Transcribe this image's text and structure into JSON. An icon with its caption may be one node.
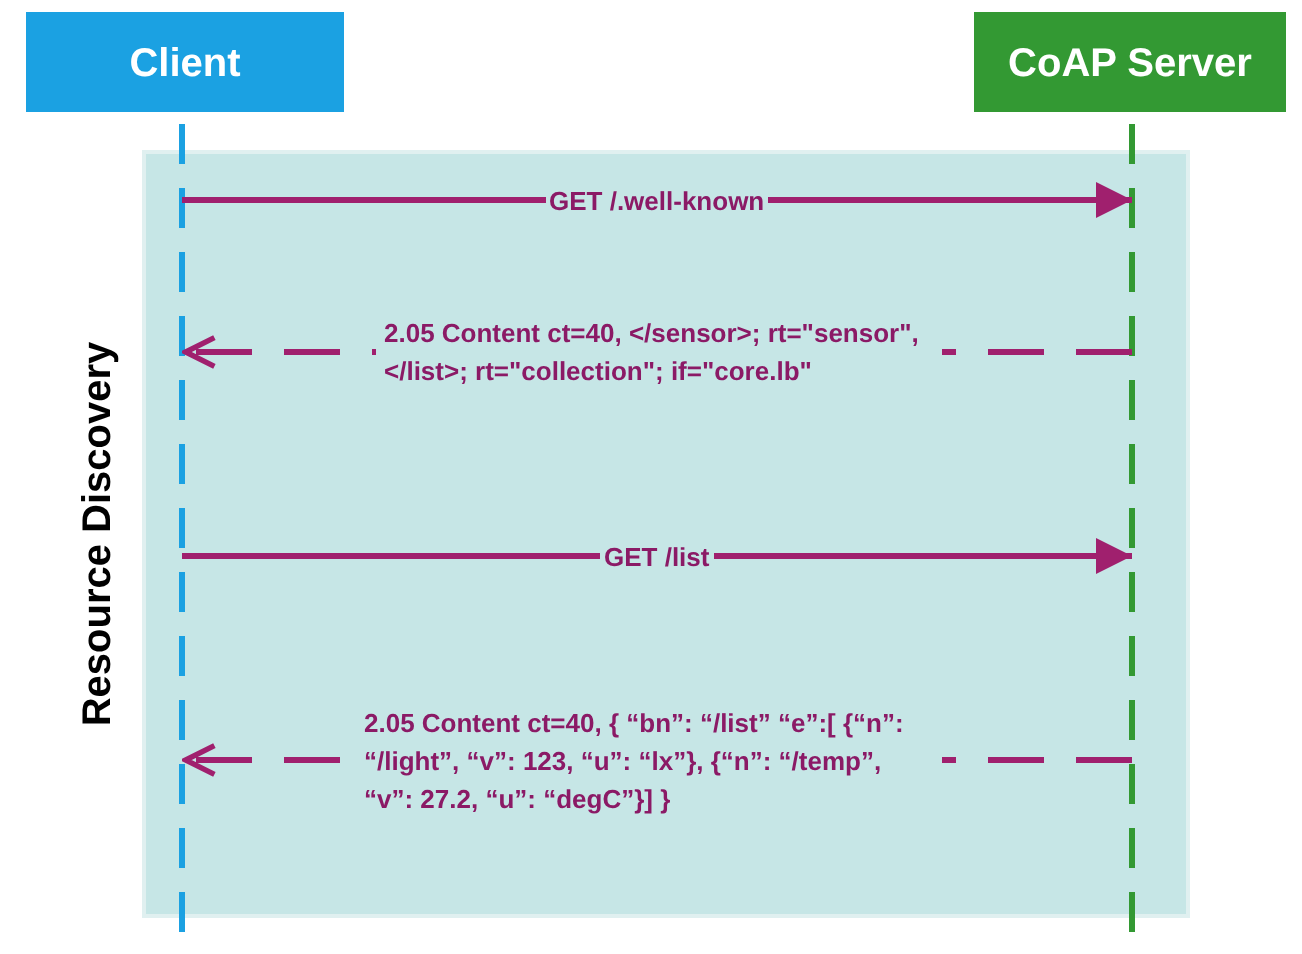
{
  "diagram": {
    "nodes": [
      {
        "text": [
          "Client"
        ]
      },
      {
        "text": [
          "CoAP Server"
        ]
      }
    ],
    "labels": [
      "Resource Discovery"
    ],
    "edges": [
      {
        "from": 0,
        "to": 1,
        "arrow": "to",
        "label": "GET /.well-known"
      },
      {
        "from": 1,
        "to": 0,
        "arrow": "to",
        "style": "dashed",
        "label": "2.05 Content ct=40, </sensor>; rt=\"sensor\", </list>; rt=\"collection\"; if=\"core.lb\""
      },
      {
        "from": 0,
        "to": 1,
        "arrow": "to",
        "label": "GET /list"
      },
      {
        "from": 1,
        "to": 0,
        "arrow": "to",
        "style": "dashed",
        "label": "2.05 Content ct=40, { “bn”: “/list” “e”:[ {“n”: “/light”, “v”: 123, “u”: “lx”}, {“n”: “/temp”, “v”: 27.2, “u”: “degC”}] }"
      }
    ]
  }
}
